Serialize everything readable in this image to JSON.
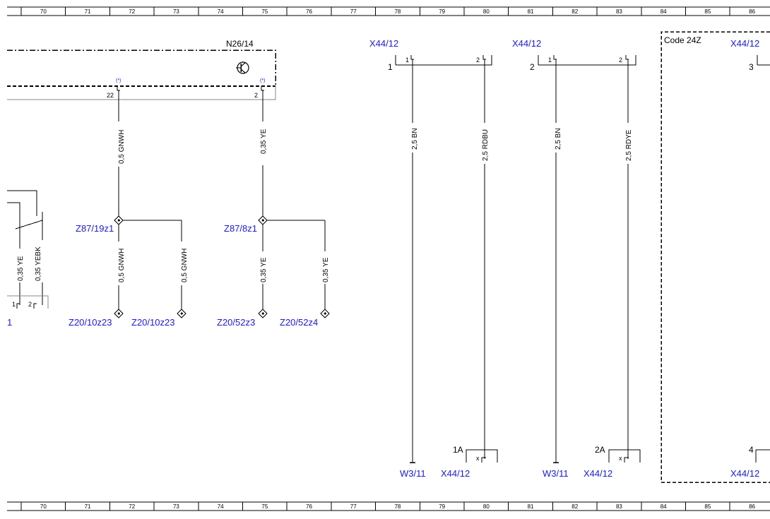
{
  "ruler": {
    "columns": [
      "70",
      "71",
      "72",
      "73",
      "74",
      "75",
      "76",
      "77",
      "78",
      "79",
      "80",
      "81",
      "82",
      "83",
      "84",
      "85",
      "86"
    ]
  },
  "component": {
    "name": "N26/14",
    "pins": [
      {
        "id": "pin22",
        "label": "22",
        "marker": "(*)"
      },
      {
        "id": "pin2",
        "label": "2",
        "marker": "(*)"
      }
    ]
  },
  "wires": [
    {
      "id": "w-gnwh-top",
      "label": "0,5 GNWH"
    },
    {
      "id": "w-ye-top",
      "label": "0,35 YE"
    },
    {
      "id": "w-gnwh-left",
      "label": "0,5 GNWH"
    },
    {
      "id": "w-gnwh-right",
      "label": "0,5 GNWH"
    },
    {
      "id": "w-ye-left",
      "label": "0,35 YE"
    },
    {
      "id": "w-ye-right",
      "label": "0,35 YE"
    },
    {
      "id": "w-edge-ye",
      "label": "0,35 YE"
    },
    {
      "id": "w-edge-yebk",
      "label": "0,35 YEBK"
    },
    {
      "id": "w-bn-1",
      "label": "2,5 BN"
    },
    {
      "id": "w-rdbu",
      "label": "2,5 RDBU"
    },
    {
      "id": "w-bn-2",
      "label": "2,5 BN"
    },
    {
      "id": "w-rdye",
      "label": "2,5 RDYE"
    }
  ],
  "splices": [
    {
      "id": "s-z87-19",
      "label": "Z87/19z1"
    },
    {
      "id": "s-z87-8",
      "label": "Z87/8z1"
    },
    {
      "id": "s-z20-10-a",
      "label": "Z20/10z23"
    },
    {
      "id": "s-z20-10-b",
      "label": "Z20/10z23"
    },
    {
      "id": "s-z20-52-3",
      "label": "Z20/52z3"
    },
    {
      "id": "s-z20-52-4",
      "label": "Z20/52z4"
    }
  ],
  "connectors": {
    "x44_1": {
      "name": "X44/12",
      "ref": "1",
      "pin1": "1",
      "pin2": "2"
    },
    "x44_2": {
      "name": "X44/12",
      "ref": "2",
      "pin1": "1",
      "pin2": "2"
    },
    "x44_3": {
      "name": "X44/12",
      "ref": "3"
    },
    "x44_4": {
      "name": "X44/12",
      "ref": "4"
    },
    "bottom_1A": {
      "name": "X44/12",
      "ref": "1A",
      "pin": "x"
    },
    "bottom_2A": {
      "name": "X44/12",
      "ref": "2A",
      "pin": "x"
    },
    "ground_1": {
      "name": "W3/11"
    },
    "ground_2": {
      "name": "W3/11"
    }
  },
  "left_edge": {
    "pin1": "1",
    "pin2": "2",
    "ref": "1"
  },
  "code_box": {
    "label": "Code 24Z"
  }
}
